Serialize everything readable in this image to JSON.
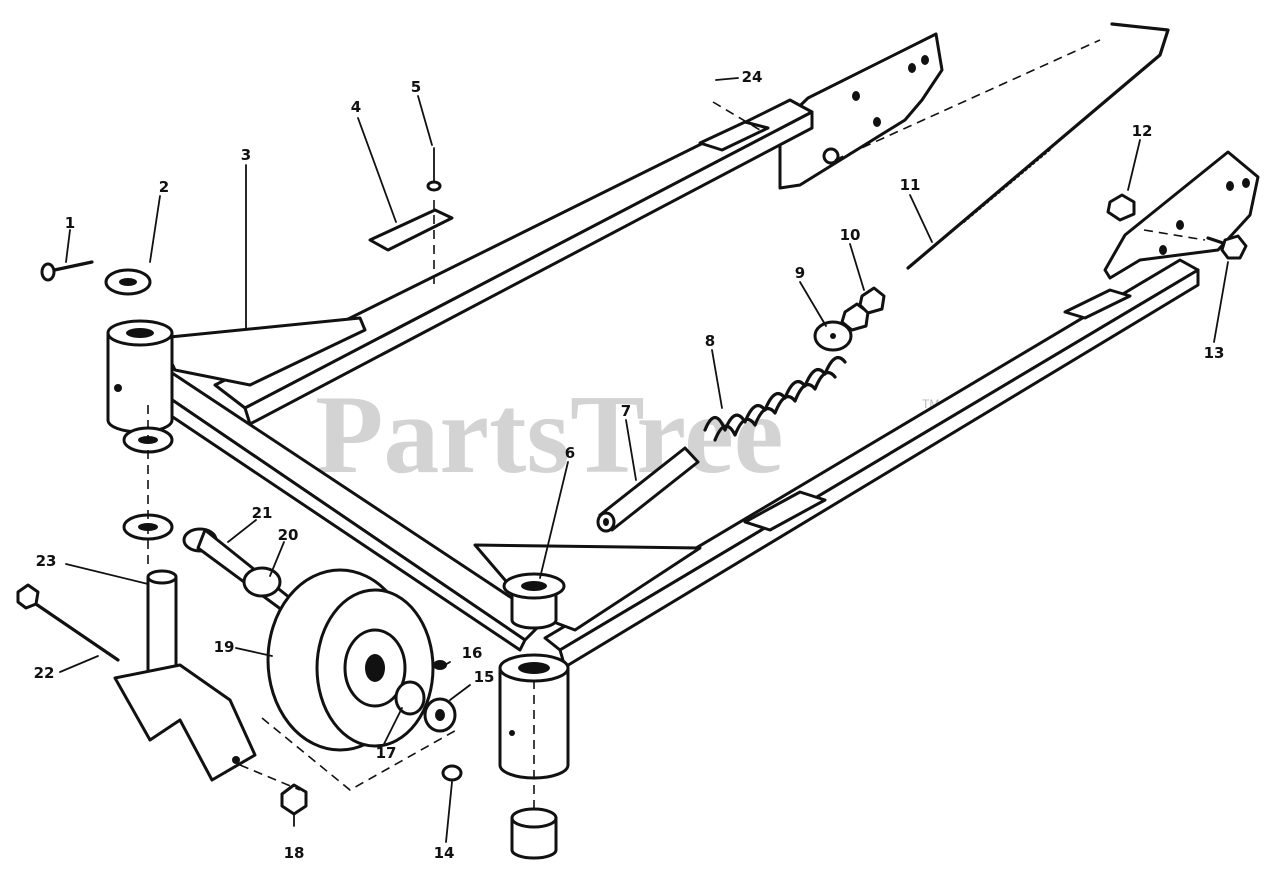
{
  "watermark": {
    "text": "PartsTree",
    "mark": "TM"
  },
  "callouts": [
    {
      "id": "1",
      "label": "1"
    },
    {
      "id": "2",
      "label": "2"
    },
    {
      "id": "3",
      "label": "3"
    },
    {
      "id": "4",
      "label": "4"
    },
    {
      "id": "5",
      "label": "5"
    },
    {
      "id": "6",
      "label": "6"
    },
    {
      "id": "7",
      "label": "7"
    },
    {
      "id": "8",
      "label": "8"
    },
    {
      "id": "9",
      "label": "9"
    },
    {
      "id": "10",
      "label": "10"
    },
    {
      "id": "11",
      "label": "11"
    },
    {
      "id": "12",
      "label": "12"
    },
    {
      "id": "13",
      "label": "13"
    },
    {
      "id": "14",
      "label": "14"
    },
    {
      "id": "15",
      "label": "15"
    },
    {
      "id": "16",
      "label": "16"
    },
    {
      "id": "17",
      "label": "17"
    },
    {
      "id": "18",
      "label": "18"
    },
    {
      "id": "19",
      "label": "19"
    },
    {
      "id": "20",
      "label": "20"
    },
    {
      "id": "21",
      "label": "21"
    },
    {
      "id": "22",
      "label": "22"
    },
    {
      "id": "23",
      "label": "23"
    },
    {
      "id": "24",
      "label": "24"
    }
  ]
}
